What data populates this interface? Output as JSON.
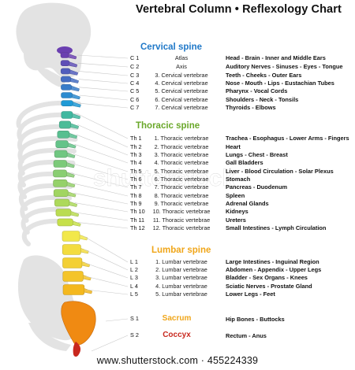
{
  "title": "Vertebral Column • Reflexology Chart",
  "sections": {
    "cervical": "Cervical spine",
    "thoracic": "Thoracic spine",
    "lumbar": "Lumbar spine"
  },
  "rows": [
    {
      "code": "C 1",
      "vertebra": "Atlas",
      "organs": "Head - Brain - Inner and Middle Ears"
    },
    {
      "code": "C 2",
      "vertebra": "Axis",
      "organs": "Auditory Nerves - Sinuses - Eyes - Tongue"
    },
    {
      "code": "C 3",
      "vertebra": "3. Cervical vertebrae",
      "organs": "Teeth - Cheeks - Outer Ears"
    },
    {
      "code": "C 4",
      "vertebra": "4. Cervical vertebrae",
      "organs": "Nose - Mouth - Lips - Eustachian Tubes"
    },
    {
      "code": "C 5",
      "vertebra": "5. Cervical vertebrae",
      "organs": "Pharynx - Vocal Cords"
    },
    {
      "code": "C 6",
      "vertebra": "6. Cervical vertebrae",
      "organs": "Shoulders - Neck - Tonsils"
    },
    {
      "code": "C 7",
      "vertebra": "7. Cervical vertebrae",
      "organs": "Thyroids - Elbows"
    },
    {
      "code": "Th 1",
      "vertebra": "1. Thoracic vertebrae",
      "organs": "Trachea - Esophagus - Lower Arms - Fingers"
    },
    {
      "code": "Th 2",
      "vertebra": "2. Thoracic vertebrae",
      "organs": "Heart"
    },
    {
      "code": "Th 3",
      "vertebra": "3. Thoracic vertebrae",
      "organs": "Lungs - Chest - Breast"
    },
    {
      "code": "Th 4",
      "vertebra": "4. Thoracic vertebrae",
      "organs": "Gall Bladders"
    },
    {
      "code": "Th 5",
      "vertebra": "5. Thoracic vertebrae",
      "organs": "Liver - Blood Circulation - Solar Plexus"
    },
    {
      "code": "Th 6",
      "vertebra": "6. Thoracic vertebrae",
      "organs": "Stomach"
    },
    {
      "code": "Th 7",
      "vertebra": "7. Thoracic vertebrae",
      "organs": "Pancreas - Duodenum"
    },
    {
      "code": "Th 8",
      "vertebra": "8. Thoracic vertebrae",
      "organs": "Spleen"
    },
    {
      "code": "Th 9",
      "vertebra": "9. Thoracic vertebrae",
      "organs": "Adrenal Glands"
    },
    {
      "code": "Th 10",
      "vertebra": "10. Thoracic vertebrae",
      "organs": "Kidneys"
    },
    {
      "code": "Th 11",
      "vertebra": "11. Thoracic vertebrae",
      "organs": "Ureters"
    },
    {
      "code": "Th 12",
      "vertebra": "12. Thoracic vertebrae",
      "organs": "Small Intestines - Lymph Circulation"
    },
    {
      "code": "L 1",
      "vertebra": "1. Lumbar vertebrae",
      "organs": "Large Intestines - Inguinal Region"
    },
    {
      "code": "L 2",
      "vertebra": "2. Lumbar vertebrae",
      "organs": "Abdomen - Appendix - Upper Legs"
    },
    {
      "code": "L 3",
      "vertebra": "3. Lumbar vertebrae",
      "organs": "Bladder - Sex Organs - Knees"
    },
    {
      "code": "L 4",
      "vertebra": "4. Lumbar vertebrae",
      "organs": "Sciatic Nerves - Prostate Gland"
    },
    {
      "code": "L 5",
      "vertebra": "5. Lumbar vertebrae",
      "organs": "Lower Legs - Feet"
    },
    {
      "code": "S 1",
      "vertebra": "Sacrum",
      "organs": "Hip Bones - Buttocks"
    },
    {
      "code": "S 2",
      "vertebra": "Coccyx",
      "organs": "Rectum - Anus"
    }
  ],
  "watermark": "shutterstock",
  "footer": "www.shutterstock.com · 455224339",
  "colors": {
    "cervical": "#1f78c8",
    "thoracic": "#6aa82a",
    "lumbar": "#f0a61a",
    "sacrum": "#f08a12",
    "coccyx": "#c8281e",
    "skeleton": "#e2e2e2"
  }
}
